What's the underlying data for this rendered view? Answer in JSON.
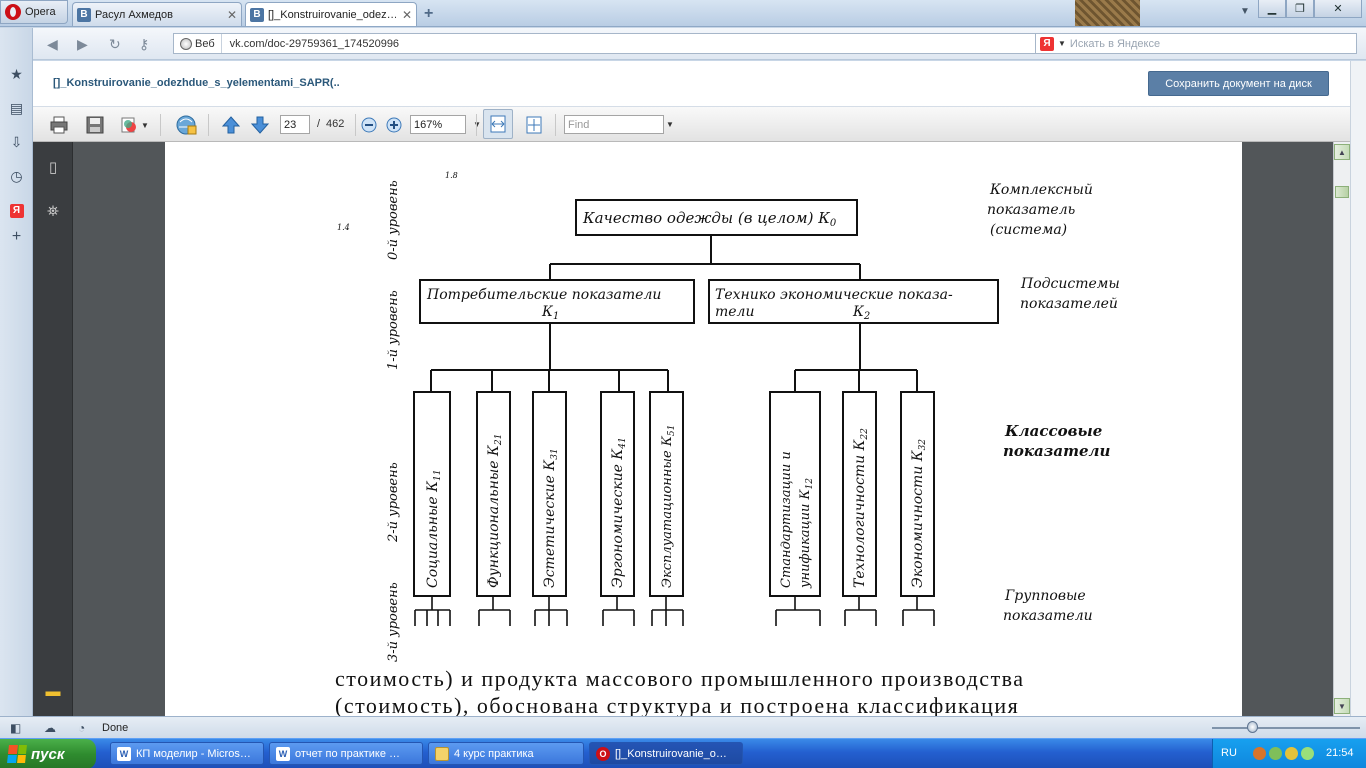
{
  "browser": {
    "menu_label": "Opera",
    "tabs": [
      {
        "label": "Расул Ахмедов",
        "icon": "В"
      },
      {
        "label": "[]_Konstruirovanie_odez…",
        "icon": "В"
      }
    ],
    "address": {
      "segment": "Веб",
      "url": "vk.com/doc-29759361_174520996"
    },
    "search_placeholder": "Искать в Яндексе",
    "search_badge": "Я"
  },
  "doc": {
    "title": "[]_Konstruirovanie_odezhdue_s_yelementami_SAPR(..",
    "save_button": "Сохранить документ на диск"
  },
  "pdf_toolbar": {
    "page_current": "23",
    "page_separator": "/",
    "page_total": "462",
    "zoom": "167%",
    "find_placeholder": "Find"
  },
  "diagram": {
    "root": "Качество одежды (в целом) К",
    "root_sub": "0",
    "right_labels": {
      "complex": [
        "Комплексный",
        "показатель",
        "(система)"
      ],
      "subsystems": [
        "Подсистемы",
        "показателей"
      ],
      "class": [
        "Классовые",
        "показатели"
      ],
      "group": [
        "Групповые",
        "показатели"
      ]
    },
    "subsystem_left": [
      "Потребительские показатели",
      "К"
    ],
    "subsystem_left_sub": "1",
    "subsystem_right": [
      "Технико экономические показа-",
      "тели",
      "К"
    ],
    "subsystem_right_sub": "2",
    "levels": [
      "0-й уровень",
      "1-й уровень",
      "2-й уровень",
      "3-й уровень"
    ],
    "class_boxes": [
      {
        "label": "Социальные",
        "k": "К",
        "sub": "11"
      },
      {
        "label": "Функциональные",
        "k": "К",
        "sub": "21"
      },
      {
        "label": "Эстетические",
        "k": "К",
        "sub": "31"
      },
      {
        "label": "Эргономические",
        "k": "К",
        "sub": "41"
      },
      {
        "label": "Эксплуатационные",
        "k": "К",
        "sub": "51"
      },
      {
        "label": "Стандартизации и",
        "label2": "унификации",
        "k": "К",
        "sub": "12"
      },
      {
        "label": "Технологичности",
        "k": "К",
        "sub": "22"
      },
      {
        "label": "Экономичности",
        "k": "К",
        "sub": "32"
      }
    ],
    "margin_marks": [
      "1.4",
      "1.8"
    ]
  },
  "body_text": [
    "стоимость) и продукта массового промышленного производства",
    "(стоимость), обоснована структура и построена классификация"
  ],
  "status": {
    "text": "Done"
  },
  "taskbar": {
    "start": "пуск",
    "tasks": [
      {
        "label": "КП моделир - Micros…",
        "icon": "W"
      },
      {
        "label": "отчет по практике …",
        "icon": "W"
      },
      {
        "label": "4 курс практика",
        "icon": ""
      },
      {
        "label": "[]_Konstruirovanie_o…",
        "icon": "O"
      }
    ],
    "lang": "RU",
    "clock": "21:54"
  },
  "colors": {
    "accent": "#5b7fa6",
    "vk_blue": "#4c75a3",
    "opera_red": "#cc0f16",
    "viewer_bg": "#525659"
  }
}
